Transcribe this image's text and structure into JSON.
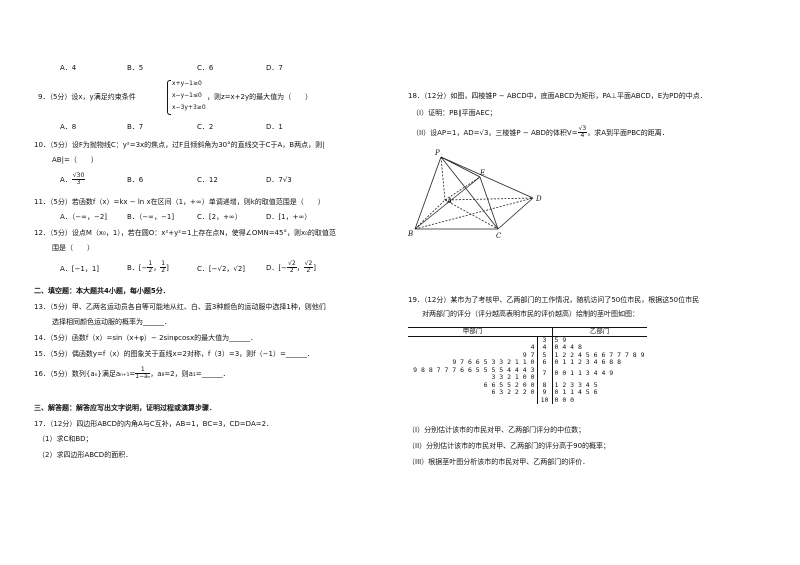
{
  "q8": {
    "a": "A．4",
    "b": "B．5",
    "c": "C．6",
    "d": "D．7"
  },
  "q9": {
    "lead": "9．（5分）设x，y满足约束条件",
    "c1": "x+y−1≥0",
    "c2": "x−y−1≤0",
    "c3": "x−3y+3≥0",
    "tail": "，则z=x+2y的最大值为（　　）",
    "a": "A．8",
    "b": "B．7",
    "c": "C．2",
    "d": "D．1"
  },
  "q10": {
    "l1": "10．（5分）设F为抛物线C：y²=3x的焦点，过F且倾斜角为30°的直线交于C于A，B两点，则|",
    "l2": "AB|=（　　）",
    "a_pre": "A．",
    "a_num": "√30",
    "a_den": "3",
    "b": "B．6",
    "c": "C．12",
    "d": "D．7√3"
  },
  "q11": {
    "l1": "11．（5分）若函数f（x）=kx − ln x在区间（1，+∞）单调递增，则k的取值范围是（　　）",
    "a": "A．（−∞，−2]",
    "b": "B．（−∞，−1]",
    "c": "C．[2，+∞）",
    "d": "D．[1，+∞）"
  },
  "q12": {
    "l1": "12．（5分）设点M（x₀，1），若在圆O：x²+y²=1上存在点N，使得∠OMN=45°，则x₀的取值范",
    "l2": "围是（　　）",
    "a": "A．[−1，1]",
    "b_pre": "B．[−",
    "b_n1": "1",
    "b_d1": "2",
    "b_mid": "，",
    "b_n2": "1",
    "b_d2": "2",
    "b_post": "]",
    "c": "C．[−√2，√2]",
    "d_pre": "D．[−",
    "d_n1": "√2",
    "d_d1": "2",
    "d_mid": "，",
    "d_n2": "√2",
    "d_d2": "2",
    "d_post": "]"
  },
  "sec2": "二、填空题：本大题共4小题，每小题5分．",
  "q13": {
    "l1": "13．（5分）甲、乙两名运动员各自等可能地从红、白、蓝3种颜色的运动服中选择1种，则他们",
    "l2": "选择相同颜色运动服的概率为______．"
  },
  "q14": "14．（5分）函数f（x）=sin（x+φ）− 2sinφcosx的最大值为______．",
  "q15": "15．（5分）偶函数y=f（x）的图象关于直线x=2对称，f（3）=3，则f（−1）=______．",
  "q16": {
    "pre": "16．（5分）数列{aₙ}满足aₙ₊₁=",
    "num": "1",
    "den": "1−aₙ",
    "post": "，a₈=2，则a₁=______．"
  },
  "sec3": "三、解答题：解答应写出文字说明，证明过程或演算步骤．",
  "q17": {
    "l1": "17．（12分）四边形ABCD的内角A与C互补，AB=1，BC=3，CD=DA=2．",
    "l2": "（1）求C和BD；",
    "l3": "（2）求四边形ABCD的面积．"
  },
  "q18": {
    "l1": "18．（12分）如图，四棱锥P − ABCD中，底面ABCD为矩形，PA⊥平面ABCD，E为PD的中点．",
    "l2": "（I）证明：PB∥平面AEC；",
    "l3_pre": "（II）设AP=1，AD=√3，三棱锥P − ABD的体积V=",
    "l3_num": "√3",
    "l3_den": "4",
    "l3_post": "，求A到平面PBC的距离．",
    "labels": {
      "P": "P",
      "E": "E",
      "A": "A",
      "D": "D",
      "B": "B",
      "C": "C"
    }
  },
  "q19": {
    "l1": "19．（12分）某市为了考核甲、乙两部门的工作情况，随机访问了50位市民，根据这50位市民",
    "l2": "对两部门的评分（评分越高表明市民的评价越高）绘制的茎叶图如图：",
    "l3": "（I）分别估计该市的市民对甲、乙两部门评分的中位数；",
    "l4": "（II）分别估计该市的市民对甲、乙两部门的评分高于90的概率；",
    "l5": "（III）根据茎叶图分析该市的市民对甲、乙两部门的评价．"
  },
  "stemleaf": {
    "head_left": "甲部门",
    "head_right": "乙部门",
    "rows": [
      {
        "left": "",
        "stem": "3",
        "right": "5 9"
      },
      {
        "left": "4",
        "stem": "4",
        "right": "0 4 4 8"
      },
      {
        "left": "9 7",
        "stem": "5",
        "right": "1 2 2 4 5 6 6 7 7 7 8 9"
      },
      {
        "left": "9 7 6 6 5 3 3 2 1 1 0",
        "stem": "6",
        "right": "0 1 1 2 3 4 6 8 8"
      },
      {
        "left": "9 8 8 7 7 7 6 6 5 5 5 5 4 4 4 3 3 3 2 1 0 0",
        "stem": "7",
        "right": "0 0 1 1 3 4 4 9"
      },
      {
        "left": "6 6 5 5 2 0 0",
        "stem": "8",
        "right": "1 2 3 3 4 5"
      },
      {
        "left": "6 3 2 2 2 0",
        "stem": "9",
        "right": "0 1 1 4 5 6"
      },
      {
        "left": "",
        "stem": "10",
        "right": "0 0 0"
      }
    ]
  }
}
